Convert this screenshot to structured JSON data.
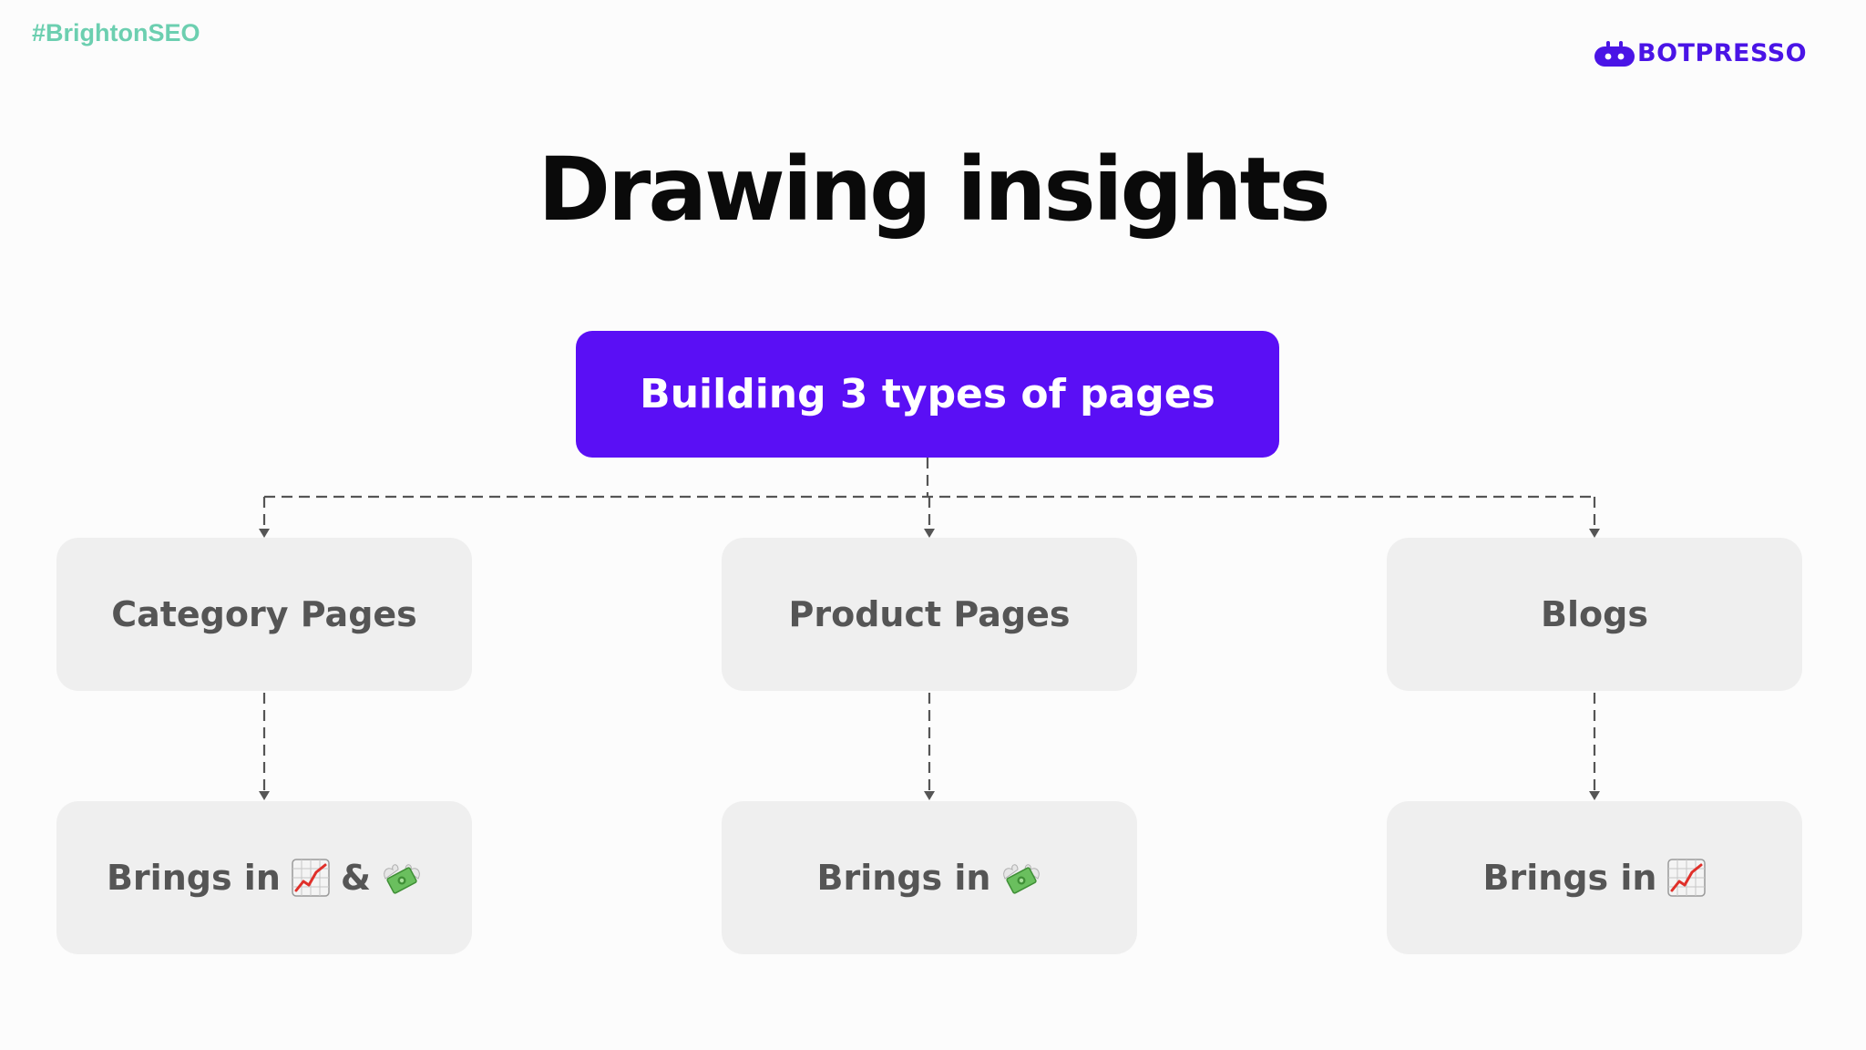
{
  "hashtag": "#BrightonSEO",
  "brand": {
    "name": "BOTPRESSO",
    "logo_icon": "robot-face-icon"
  },
  "title": "Drawing insights",
  "root": {
    "label": "Building 3 types of pages"
  },
  "pages": [
    {
      "label": "Category Pages",
      "outcome_text": "Brings in",
      "outcome_icons": [
        "chart-increasing-icon",
        "money-with-wings-icon"
      ],
      "outcome_joiner": "&"
    },
    {
      "label": "Product Pages",
      "outcome_text": "Brings in",
      "outcome_icons": [
        "money-with-wings-icon"
      ]
    },
    {
      "label": "Blogs",
      "outcome_text": "Brings in",
      "outcome_icons": [
        "chart-increasing-icon"
      ]
    }
  ],
  "colors": {
    "accent": "#5a0ff5",
    "hashtag": "#6ccfb0",
    "brand": "#4a14e6",
    "title": "#0a0a0a",
    "node_background": "#efefef",
    "node_text": "#555555",
    "connector": "#555555"
  }
}
